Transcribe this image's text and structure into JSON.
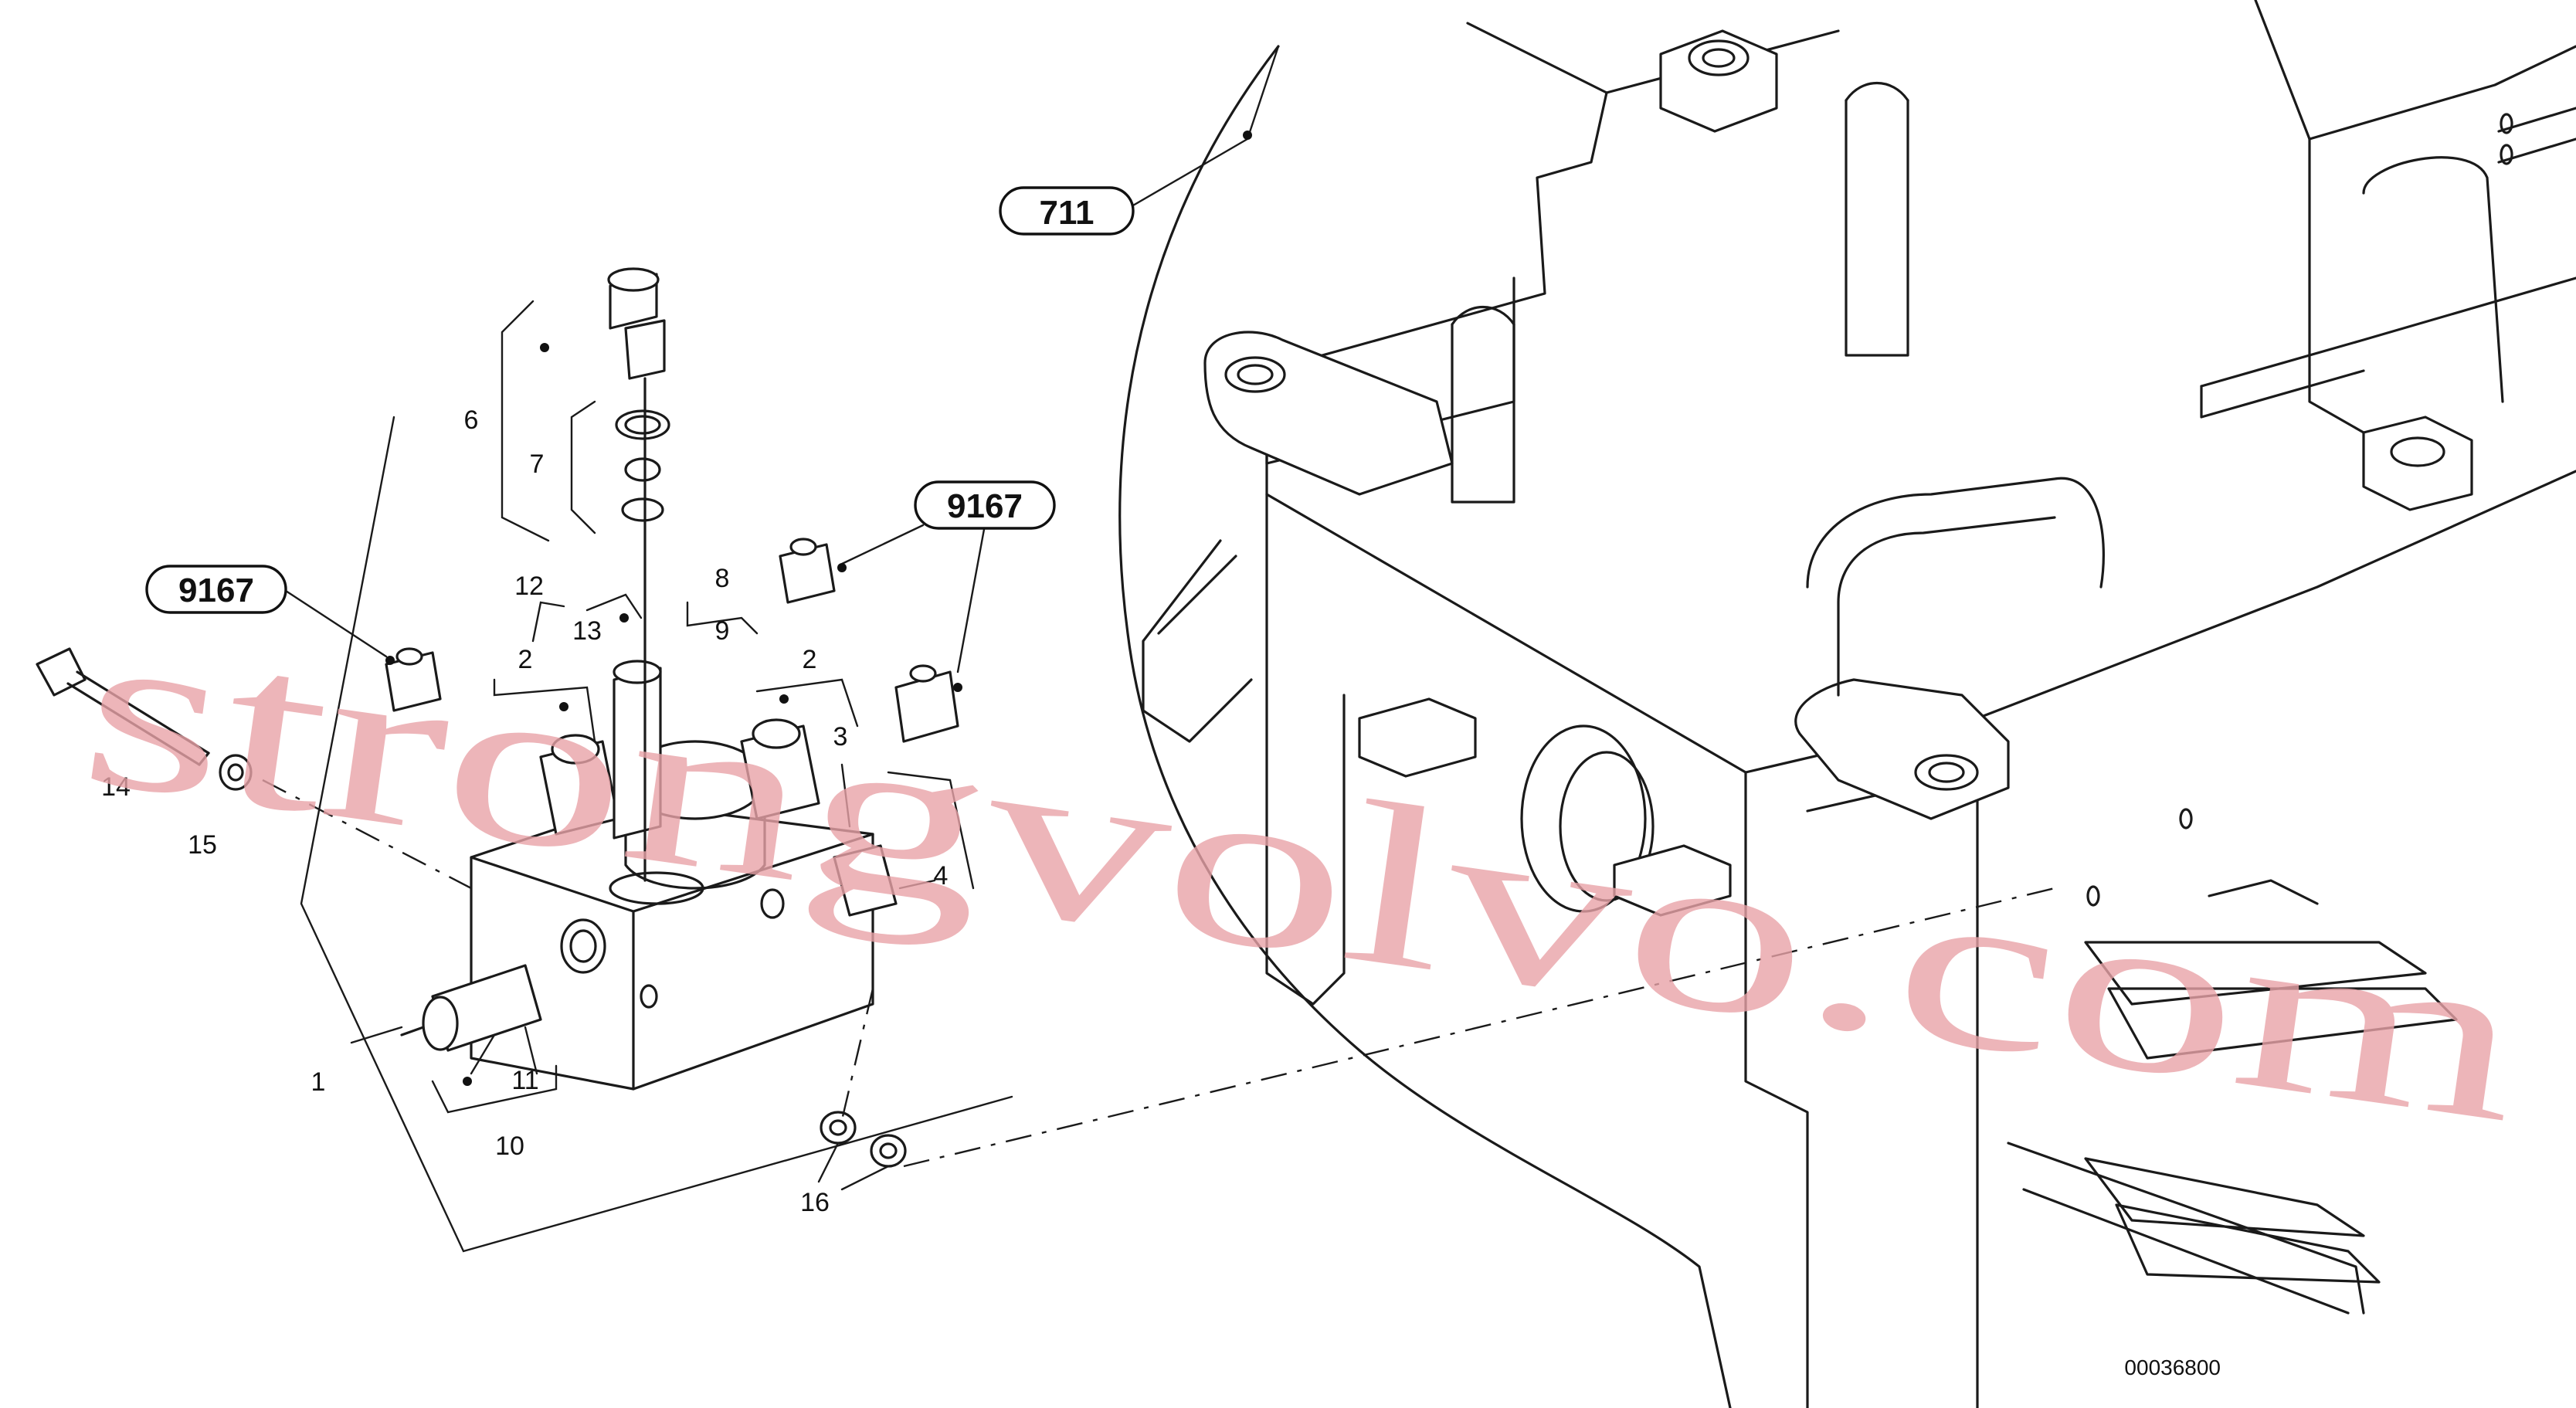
{
  "diagram": {
    "part_labels": [
      "1",
      "2",
      "2",
      "3",
      "4",
      "6",
      "7",
      "8",
      "9",
      "10",
      "11",
      "12",
      "13",
      "14",
      "15",
      "16"
    ],
    "callouts": [
      "711",
      "9167",
      "9167"
    ],
    "drawing_number": "00036800",
    "watermark": "strongvolvo.com"
  }
}
